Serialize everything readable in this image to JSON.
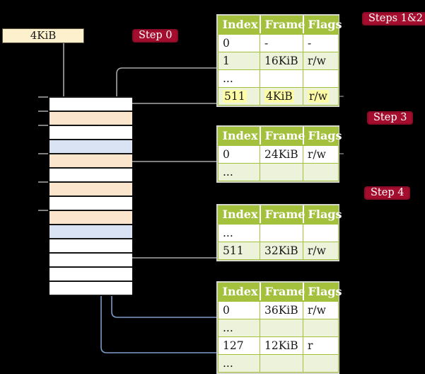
{
  "diagram": {
    "frame_box_label": "4KiB",
    "badges": {
      "step0": "Step 0",
      "steps12": "Steps 1&2",
      "step3": "Step 3",
      "step4": "Step 4"
    }
  },
  "memory": {
    "rows": [
      "white",
      "peach",
      "white",
      "blue",
      "peach",
      "white",
      "peach",
      "white",
      "peach",
      "blue",
      "white",
      "white",
      "white",
      "white"
    ]
  },
  "tables": {
    "headers": [
      "Index",
      "Frame",
      "Flags"
    ],
    "level0": {
      "rows": [
        [
          "0",
          "-",
          "-"
        ],
        [
          "1",
          "16KiB",
          "r/w"
        ],
        [
          "...",
          "",
          ""
        ],
        [
          "511",
          "4KiB",
          "r/w"
        ]
      ],
      "highlighted_row": "511"
    },
    "level1": {
      "rows": [
        [
          "0",
          "24KiB",
          "r/w"
        ],
        [
          "...",
          "",
          ""
        ]
      ]
    },
    "level2": {
      "rows": [
        [
          "...",
          "",
          ""
        ],
        [
          "511",
          "32KiB",
          "r/w"
        ]
      ]
    },
    "level3": {
      "rows": [
        [
          "0",
          "36KiB",
          "r/w"
        ],
        [
          "...",
          "",
          ""
        ],
        [
          "127",
          "12KiB",
          "r"
        ],
        [
          "...",
          "",
          ""
        ]
      ]
    }
  },
  "colors": {
    "bg": "#000000",
    "ink": "#1a1a1a",
    "cream": "#fcf0cd",
    "badge": "#a50d2e",
    "badgeBorder": "#8a0b26",
    "olive": "#a3c13d",
    "rowGreen": "#edf3da",
    "rowWhite": "#ffffff",
    "highlight": "#fdfba5",
    "peach": "#fce5cd",
    "blueRow": "#d9e3f3",
    "rowLine": "#141414",
    "grayLine": "#a8a8a8",
    "grayArrow": "#9da3ab",
    "blueLine": "#7d9cc9",
    "blueArrow": "#6f8ebd",
    "tick": "#8f8f8f",
    "grayNub": "#5a5a5a",
    "tableFrame": "#d4d6cb"
  }
}
